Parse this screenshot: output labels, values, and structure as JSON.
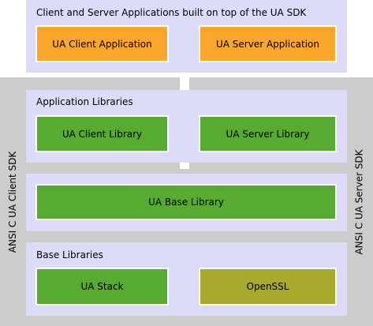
{
  "top_panel": {
    "title": "Client and Server Applications built on top of the UA SDK",
    "client_app": "UA Client Application",
    "server_app": "UA Server Application"
  },
  "app_libraries": {
    "title": "Application Libraries",
    "client_lib": "UA Client Library",
    "server_lib": "UA Server Library"
  },
  "base_library": {
    "label": "UA Base Library"
  },
  "base_libraries": {
    "title": "Base Libraries",
    "stack": "UA Stack",
    "openssl": "OpenSSL"
  },
  "sdk_labels": {
    "client_sdk": "ANSI C UA Client SDK",
    "server_sdk": "ANSI C UA Server SDK"
  },
  "colors": {
    "panel": "#dcdcf8",
    "sdk_band": "#cccccc",
    "application": "#f9a62b",
    "library": "#56ab30",
    "third_party": "#a7aa2d"
  }
}
